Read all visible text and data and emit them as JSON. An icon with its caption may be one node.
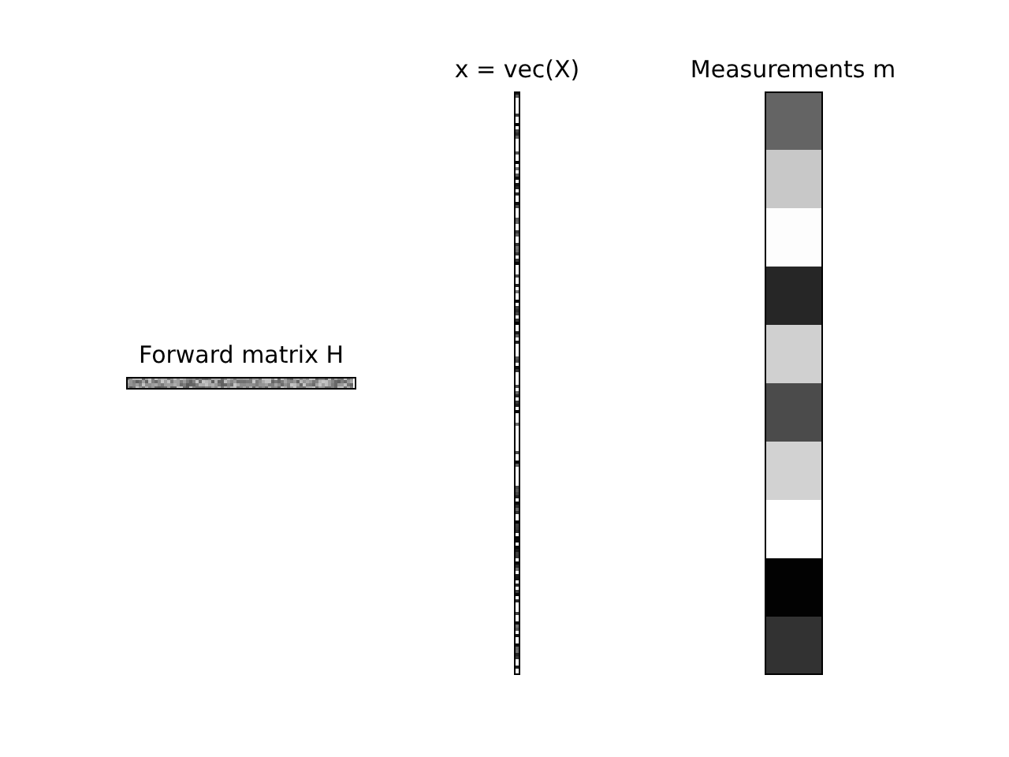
{
  "diagram": {
    "nodes": [
      {
        "text": [
          "Forward matrix H"
        ]
      },
      {
        "text": [
          "x = vec(X)"
        ]
      },
      {
        "text": [
          "Measurements m"
        ]
      }
    ]
  }
}
